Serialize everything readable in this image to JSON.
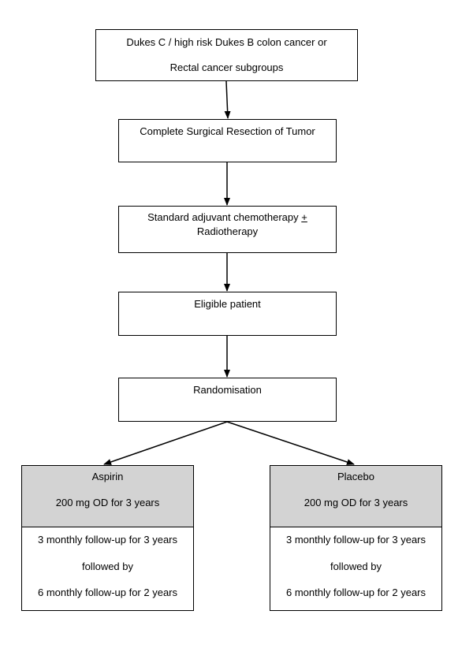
{
  "flow": {
    "step1": {
      "line1": "Dukes C / high risk Dukes B colon  cancer or",
      "line2": "Rectal cancer subgroups"
    },
    "step2": {
      "label": "Complete Surgical Resection of Tumor"
    },
    "step3": {
      "line1_main": "Standard adjuvant chemotherapy ",
      "line1_symbol": "+",
      "line2": "Radiotherapy"
    },
    "step4": {
      "label": "Eligible patient"
    },
    "step5": {
      "label": "Randomisation"
    }
  },
  "arms": [
    {
      "name": "Aspirin",
      "dose": "200 mg OD for 3 years",
      "followup": [
        "3 monthly follow-up for 3 years",
        "followed by",
        "6 monthly follow-up for 2 years"
      ]
    },
    {
      "name": "Placebo",
      "dose": "200 mg OD for 3 years",
      "followup": [
        "3 monthly follow-up for 3 years",
        "followed by",
        "6 monthly follow-up for 2 years"
      ]
    }
  ],
  "colors": {
    "arm_header_fill": "#d3d3d3",
    "line": "#000000"
  }
}
